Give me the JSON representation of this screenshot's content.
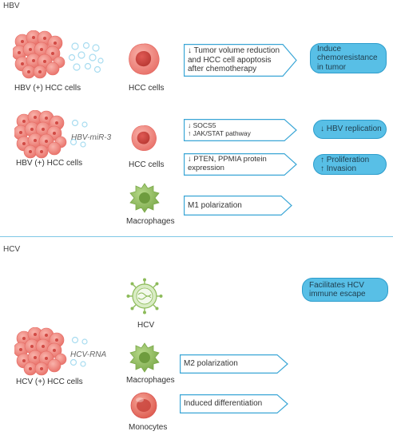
{
  "sections": {
    "hbv": "HBV",
    "hcv": "HCV"
  },
  "labels": {
    "hbv_cells_1": "HBV (+) HCC cells",
    "hbv_cells_2": "HBV (+) HCC cells",
    "hcv_cells": "HCV (+) HCC cells",
    "hcc_cells_1": "HCC cells",
    "hcc_cells_2": "HCC cells",
    "macrophages_1": "Macrophages",
    "macrophages_2": "Macrophages",
    "hcv": "HCV",
    "monocytes": "Monocytes",
    "hbv_mir3": "HBV-miR-3",
    "hcv_rna": "HCV-RNA"
  },
  "arrows": {
    "a1_line1": "↓ Tumor volume reduction",
    "a1_line2": "and HCC cell apoptosis",
    "a1_line3": "after chemotherapy",
    "a2_line1": "↓ SOCS5",
    "a2_line2": "↑ JAK/STAT pathway",
    "a3_line1": "↓ PTEN, PPMIA protein",
    "a3_line2": "expression",
    "a4": "M1 polarization",
    "a5": "M2 polarization",
    "a6": "Induced differentiation"
  },
  "outcomes": {
    "o1_line1": "Induce",
    "o1_line2": "chemoresistance",
    "o1_line3": "in tumor",
    "o2": "↓ HBV replication",
    "o3_line1": "↑ Proliferation",
    "o3_line2": "↑ Invasion",
    "o4_line1": "Facilitates HCV",
    "o4_line2": "immune escape"
  },
  "colors": {
    "arrow_border": "#3aa6d6",
    "pill_fill": "#58bfe6",
    "cell_pink": "#f08a84",
    "cell_dark": "#d9534f",
    "macrophage_green": "#8dbb5a",
    "virus_bubble": "#a8dcf0"
  }
}
